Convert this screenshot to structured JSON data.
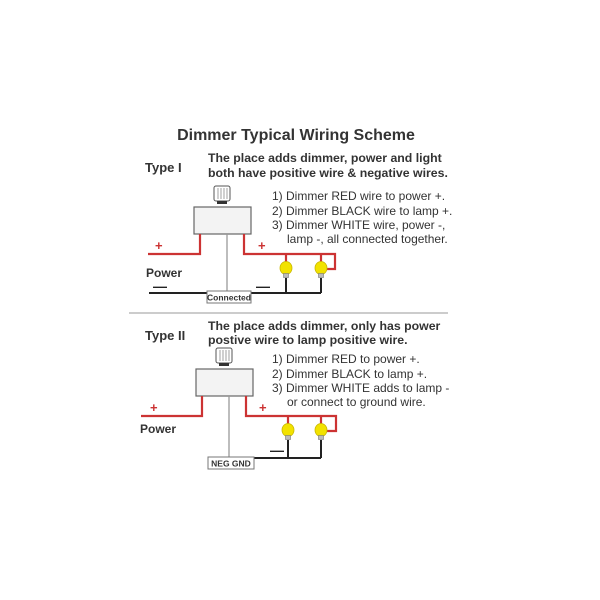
{
  "title": "Dimmer Typical Wiring Scheme",
  "type1": {
    "label": "Type I",
    "desc_line1": "The place adds dimmer, power and light",
    "desc_line2": "both have positive wire & negative wires.",
    "steps": [
      "1) Dimmer RED wire to power +.",
      "2) Dimmer BLACK wire to lamp +.",
      "3) Dimmer WHITE wire, power -,",
      "lamp -, all connected together."
    ],
    "power_label": "Power",
    "plus_left": "+",
    "plus_right": "+",
    "minus_left": "—",
    "minus_right": "—",
    "box_label": "Connected"
  },
  "type2": {
    "label": "Type II",
    "desc_line1": "The place adds dimmer, only has power",
    "desc_line2": "postive wire to lamp positive wire.",
    "steps": [
      "1) Dimmer RED to power +.",
      "2) Dimmer BLACK to lamp +.",
      "3) Dimmer WHITE adds to lamp -",
      "or connect to ground wire."
    ],
    "power_label": "Power",
    "plus_left": "+",
    "plus_right": "+",
    "minus_right": "—",
    "box_label": "NEG GND"
  },
  "colors": {
    "red_wire": "#cc3333",
    "black_wire": "#222222",
    "white_wire": "#999999",
    "bulb": "#f2e200"
  }
}
